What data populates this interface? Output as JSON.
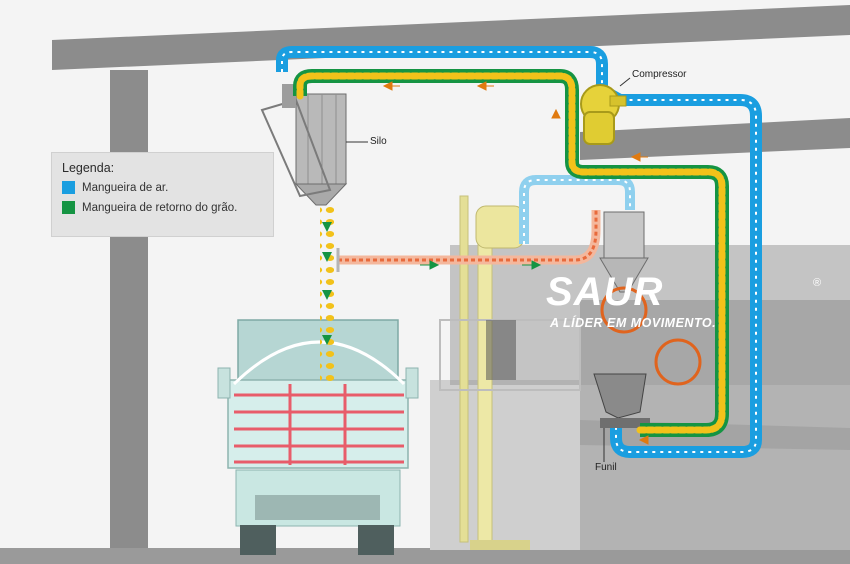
{
  "legend": {
    "title": "Legenda:",
    "items": [
      {
        "label": "Mangueira de ar.",
        "color": "#1a9ee0"
      },
      {
        "label": "Mangueira de retorno do grão.",
        "color": "#159443"
      }
    ]
  },
  "labels": {
    "compressor": "Compressor",
    "silo": "Silo",
    "funil": "Funil"
  },
  "brand": {
    "name": "SAUR",
    "registered": "®",
    "tagline": "A LÍDER EM MOVIMENTO."
  },
  "colors": {
    "air_hose": "#1a9ee0",
    "grain_hose": "#159443",
    "grain": "#f2c21a",
    "flow_arrow": "#e07a10",
    "building": "#8a8a8a",
    "truck": "#c9e7e2",
    "truck_rails": "#e85c6a",
    "machinery": "#eae59a",
    "silo_body": "#b9b9b9",
    "brand_band": "#9c9c9c"
  }
}
